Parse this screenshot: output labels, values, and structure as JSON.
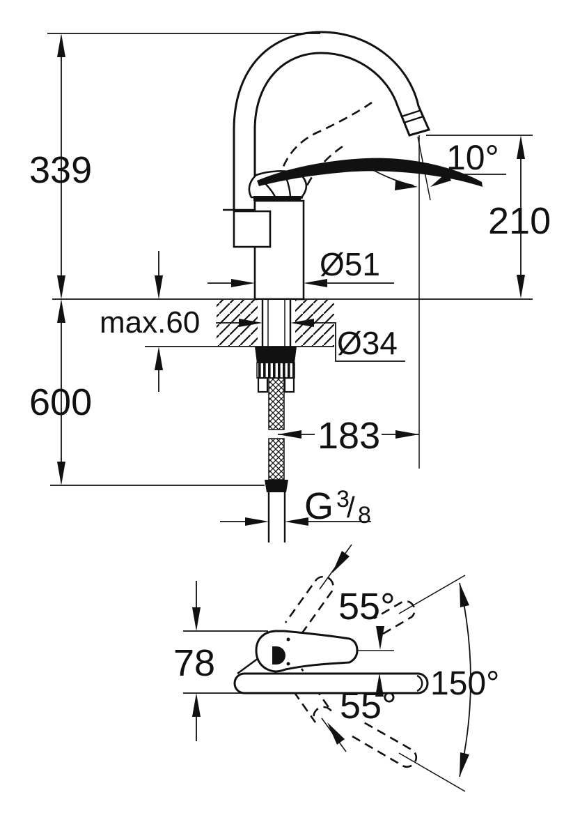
{
  "labels": {
    "total_height": "339",
    "outlet_height": "210",
    "stream_angle": "10°",
    "body_diameter": "Ø51",
    "deck_max_thickness": "max.60",
    "shank_diameter": "Ø34",
    "hose_length": "600",
    "spout_reach": "183",
    "thread": {
      "prefix": "G",
      "numerator": "3",
      "slash": "/",
      "denominator": "8"
    },
    "handle_swing_upper": "55°",
    "base_width": "78",
    "handle_swing_lower": "55°",
    "spout_swivel": "150°"
  },
  "colors": {
    "line": "#111111",
    "background": "#ffffff"
  }
}
